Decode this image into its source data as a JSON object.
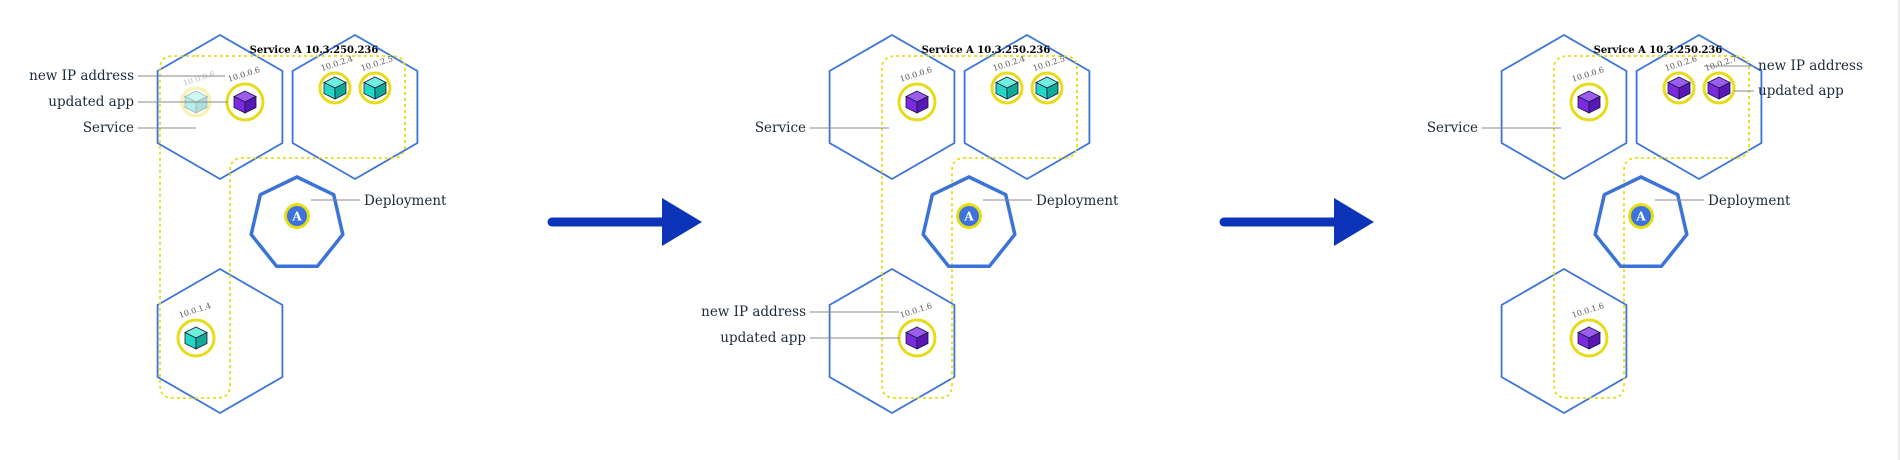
{
  "colors": {
    "node": "#3b73d9",
    "service": "#e6dc1c",
    "old_pod": "#23d7c4",
    "new_pod": "#7a2be0",
    "arrow": "#0c34b8",
    "label_text": "#1a2a3a",
    "leader": "#8a8a8a"
  },
  "panels": [
    {
      "service_label": "Service A 10.3.250.236",
      "label_new_ip": "new IP address",
      "label_updated_app": "updated app",
      "label_service": "Service",
      "label_deployment": "Deployment",
      "pods": [
        {
          "ip": "10.0.0.6",
          "kind": "faded"
        },
        {
          "ip": "10.0.0.6",
          "kind": "new"
        },
        {
          "ip": "10.0.2.4",
          "kind": "old"
        },
        {
          "ip": "10.0.2.5",
          "kind": "old"
        },
        {
          "ip": "10.0.1.4",
          "kind": "old"
        }
      ]
    },
    {
      "service_label": "Service A 10.3.250.236",
      "label_new_ip": "new IP address",
      "label_updated_app": "updated app",
      "label_service": "Service",
      "label_deployment": "Deployment",
      "pods": [
        {
          "ip": "10.0.0.6",
          "kind": "new"
        },
        {
          "ip": "10.0.2.4",
          "kind": "old"
        },
        {
          "ip": "10.0.2.5",
          "kind": "old"
        },
        {
          "ip": "10.0.1.6",
          "kind": "new"
        }
      ]
    },
    {
      "service_label": "Service A 10.3.250.236",
      "label_new_ip": "new IP address",
      "label_updated_app": "updated app",
      "label_service": "Service",
      "label_deployment": "Deployment",
      "pods": [
        {
          "ip": "10.0.0.6",
          "kind": "new"
        },
        {
          "ip": "10.0.2.6",
          "kind": "new"
        },
        {
          "ip": "10.0.2.7",
          "kind": "new"
        },
        {
          "ip": "10.0.1.6",
          "kind": "new"
        }
      ]
    }
  ],
  "arrow_icons": [
    "arrow-right-icon",
    "arrow-right-icon"
  ],
  "deployment_badge": "A"
}
